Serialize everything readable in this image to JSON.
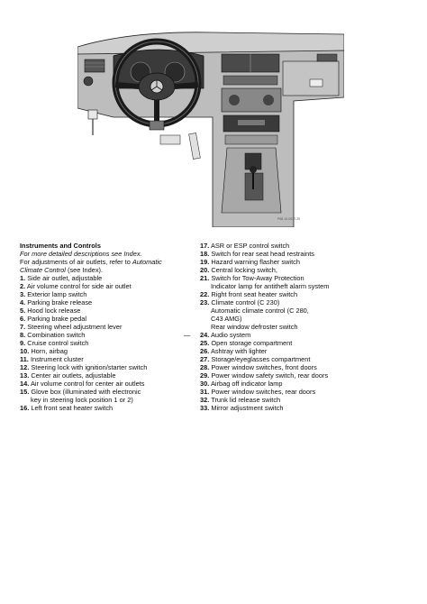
{
  "figure": {
    "code": "P68.10-0037-25"
  },
  "legend": {
    "title": "Instruments and Controls",
    "intro_line1": "For more detailed descriptions see Index.",
    "intro_line2": "For adjustments of air outlets, refer to",
    "intro_link_a": "Automatic",
    "intro_link_b": "Climate Control",
    "intro_tail": "(see Index).",
    "left_items": [
      {
        "num": "1.",
        "text": "Side air outlet, adjustable"
      },
      {
        "num": "2.",
        "text": "Air volume control for side air outlet"
      },
      {
        "num": "3.",
        "text": "Exterior lamp switch"
      },
      {
        "num": "4.",
        "text": "Parking brake release"
      },
      {
        "num": "5.",
        "text": "Hood lock release"
      },
      {
        "num": "6.",
        "text": " Parking brake pedal"
      },
      {
        "num": "7.",
        "text": "Steering wheel adjustment lever"
      },
      {
        "num": "8.",
        "text": "Combination switch"
      },
      {
        "num": "9.",
        "text": "Cruise control switch"
      },
      {
        "num": "10.",
        "text": "Horn, airbag"
      },
      {
        "num": "11.",
        "text": "Instrument cluster"
      },
      {
        "num": "12.",
        "text": "Steering lock with ignition/starter switch"
      },
      {
        "num": "13.",
        "text": "Center air outlets, adjustable"
      },
      {
        "num": "14.",
        "text": "Air volume control for center air outlets"
      },
      {
        "num": "15.",
        "text": "Glove box (illuminated with electronic"
      },
      {
        "num": "",
        "text": "key in steering lock position 1 or 2)"
      },
      {
        "num": "16.",
        "text": "Left front seat heater switch"
      }
    ],
    "right_items": [
      {
        "num": "17.",
        "text": "ASR or ESP control switch"
      },
      {
        "num": "18.",
        "text": "Switch for rear seat head restraints"
      },
      {
        "num": "19.",
        "text": "Hazard warning flasher switch"
      },
      {
        "num": "20.",
        "text": "Central locking switch,"
      },
      {
        "num": "21.",
        "text": "Switch for Tow-Away Protection"
      },
      {
        "num": "",
        "text": "Indicator lamp for antitheft alarm system"
      },
      {
        "num": "22.",
        "text": "Right front seat heater switch"
      },
      {
        "num": "23.",
        "text": "Climate control (C 230)"
      },
      {
        "num": "",
        "text": "Automatic climate control (C 280,"
      },
      {
        "num": "",
        "text": "C43 AMG)"
      },
      {
        "num": "",
        "text": "Rear window defroster switch"
      },
      {
        "num": "24.",
        "text": "Audio system"
      },
      {
        "num": "25.",
        "text": "Open storage compartment"
      },
      {
        "num": "26.",
        "text": "Ashtray with lighter"
      },
      {
        "num": "27.",
        "text": "Storage/eyeglasses compartment"
      },
      {
        "num": "28.",
        "text": "Power window switches, front doors"
      },
      {
        "num": "29.",
        "text": "Power window safety switch, rear doors"
      },
      {
        "num": "30.",
        "text": "Airbag off indicator lamp"
      },
      {
        "num": "31.",
        "text": "Power window switches, rear doors"
      },
      {
        "num": "32.",
        "text": "Trunk lid release switch"
      },
      {
        "num": "33.",
        "text": "Mirror adjustment switch"
      }
    ],
    "marker_24": "—"
  }
}
